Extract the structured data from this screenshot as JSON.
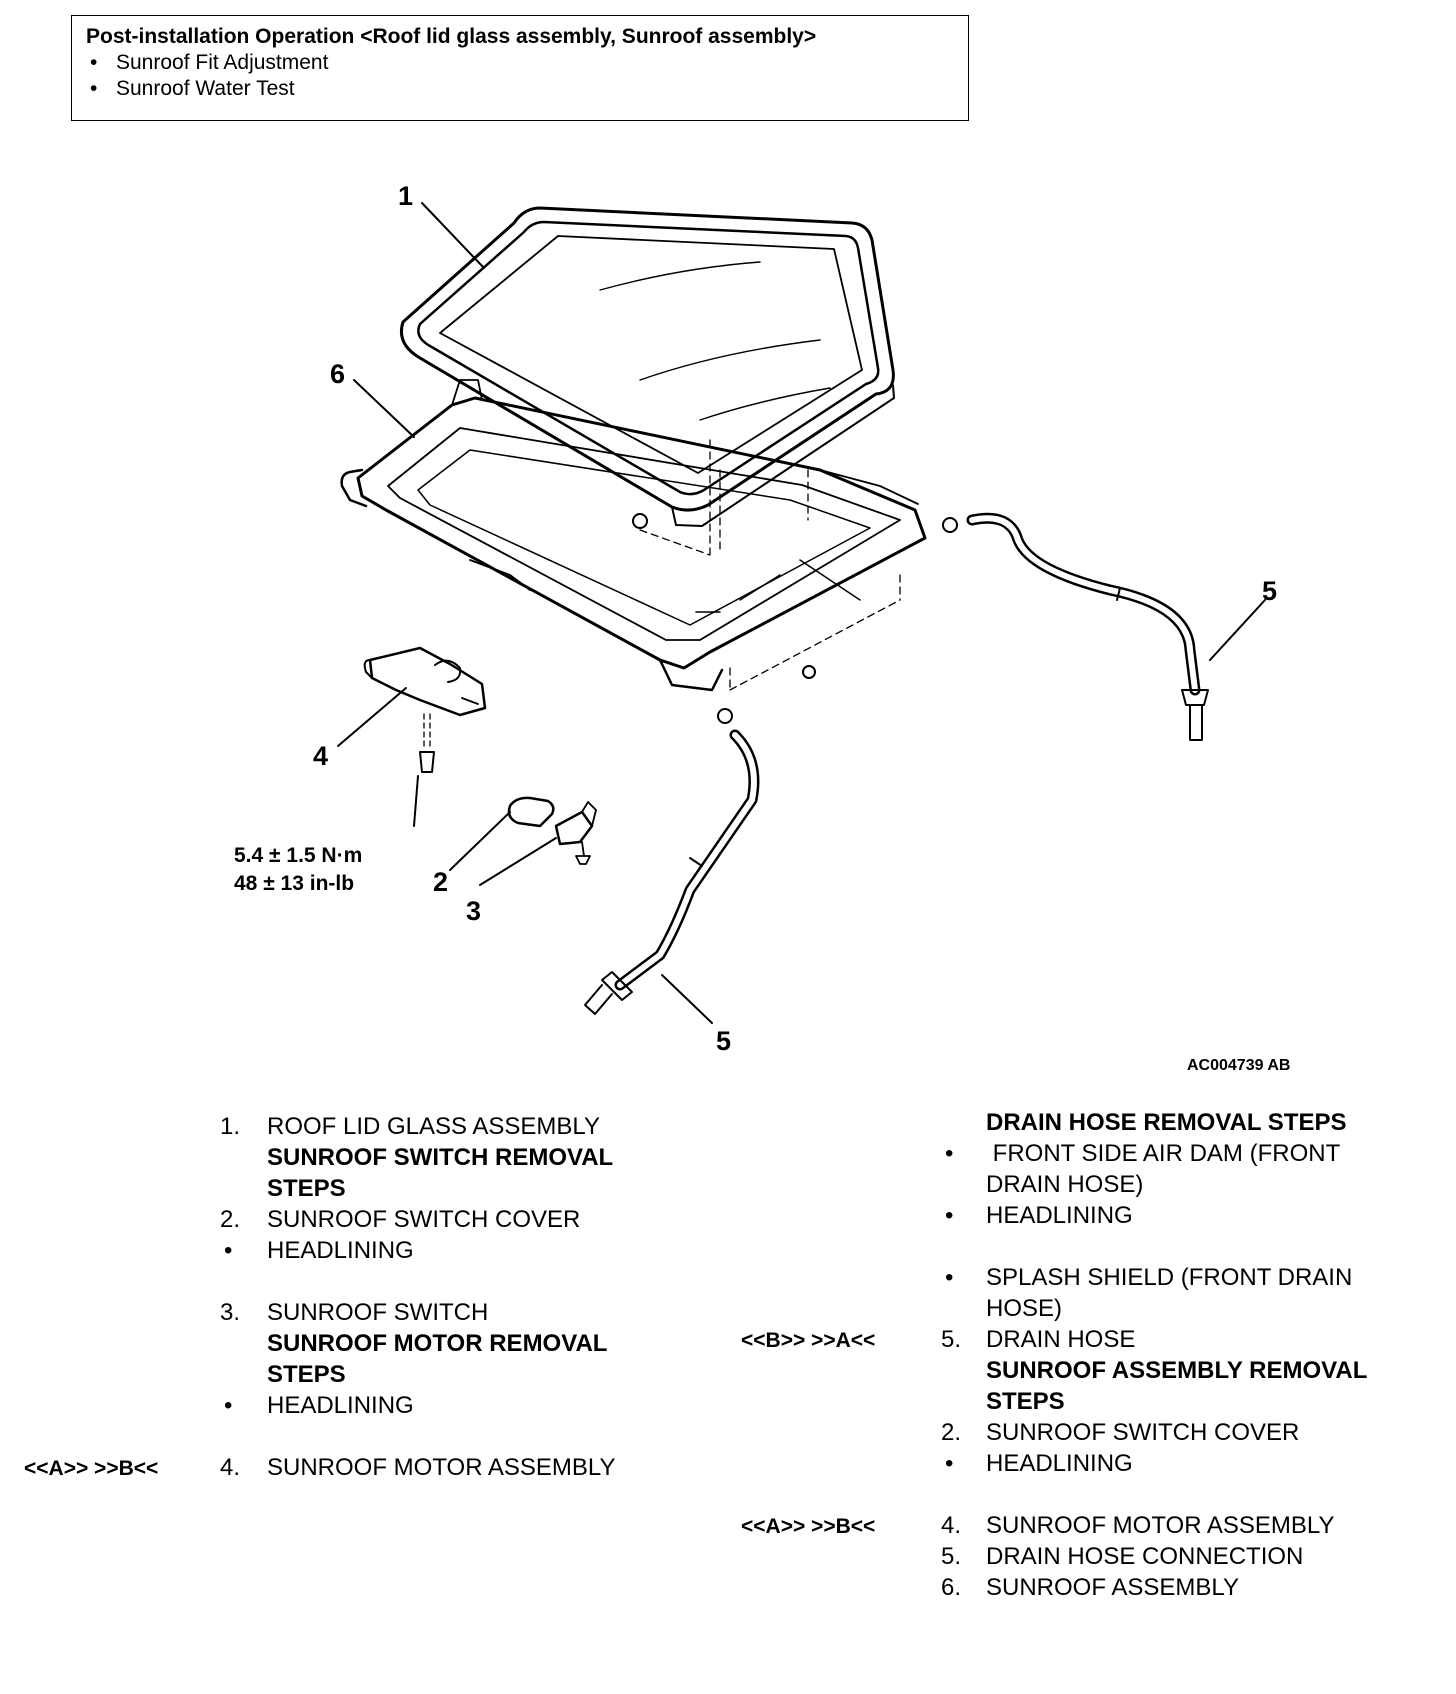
{
  "note": {
    "title": "Post-installation Operation <Roof lid glass assembly, Sunroof assembly>",
    "items": [
      "Sunroof Fit Adjustment",
      "Sunroof Water Test"
    ],
    "bullet": "•"
  },
  "diagram": {
    "callouts": [
      "1",
      "6",
      "5",
      "4",
      "2",
      "3",
      "5"
    ],
    "torque": [
      "5.4 ± 1.5 N·m",
      "48 ± 13 in-lb"
    ],
    "code": "AC004739 AB"
  },
  "left_list": {
    "item1": {
      "num": "1.",
      "text": "ROOF LID GLASS ASSEMBLY"
    },
    "switch_heading": "SUNROOF SWITCH REMOVAL STEPS",
    "item2": {
      "num": "2.",
      "text": "SUNROOF SWITCH COVER"
    },
    "item_hl1": {
      "num": "•",
      "text": "HEADLINING"
    },
    "item3": {
      "num": "3.",
      "text": "SUNROOF SWITCH"
    },
    "motor_heading": "SUNROOF MOTOR REMOVAL STEPS",
    "item_hl2": {
      "num": "•",
      "text": "HEADLINING"
    },
    "item4": {
      "ref": "<<A>>   >>B<<",
      "num": "4.",
      "text": "SUNROOF MOTOR ASSEMBLY"
    }
  },
  "right_list": {
    "drain_heading": "DRAIN HOSE REMOVAL STEPS",
    "air_dam": {
      "num": "•",
      "text": " FRONT SIDE AIR DAM (FRONT DRAIN HOSE)"
    },
    "headlining1": {
      "num": "•",
      "text": "HEADLINING"
    },
    "splash": {
      "num": "•",
      "text": "SPLASH SHIELD (FRONT DRAIN HOSE)"
    },
    "drain_hose": {
      "ref": "<<B>>   >>A<<",
      "num": "5.",
      "text": "DRAIN HOSE"
    },
    "assembly_heading": "SUNROOF ASSEMBLY REMOVAL STEPS",
    "switch_cover": {
      "num": "2.",
      "text": "SUNROOF SWITCH COVER"
    },
    "headlining2": {
      "num": "•",
      "text": "HEADLINING"
    },
    "motor": {
      "ref": "<<A>>   >>B<<",
      "num": "4.",
      "text": "SUNROOF MOTOR ASSEMBLY"
    },
    "connection": {
      "num": "5.",
      "text": "DRAIN HOSE CONNECTION"
    },
    "sunroof": {
      "num": "6.",
      "text": "SUNROOF ASSEMBLY"
    }
  }
}
